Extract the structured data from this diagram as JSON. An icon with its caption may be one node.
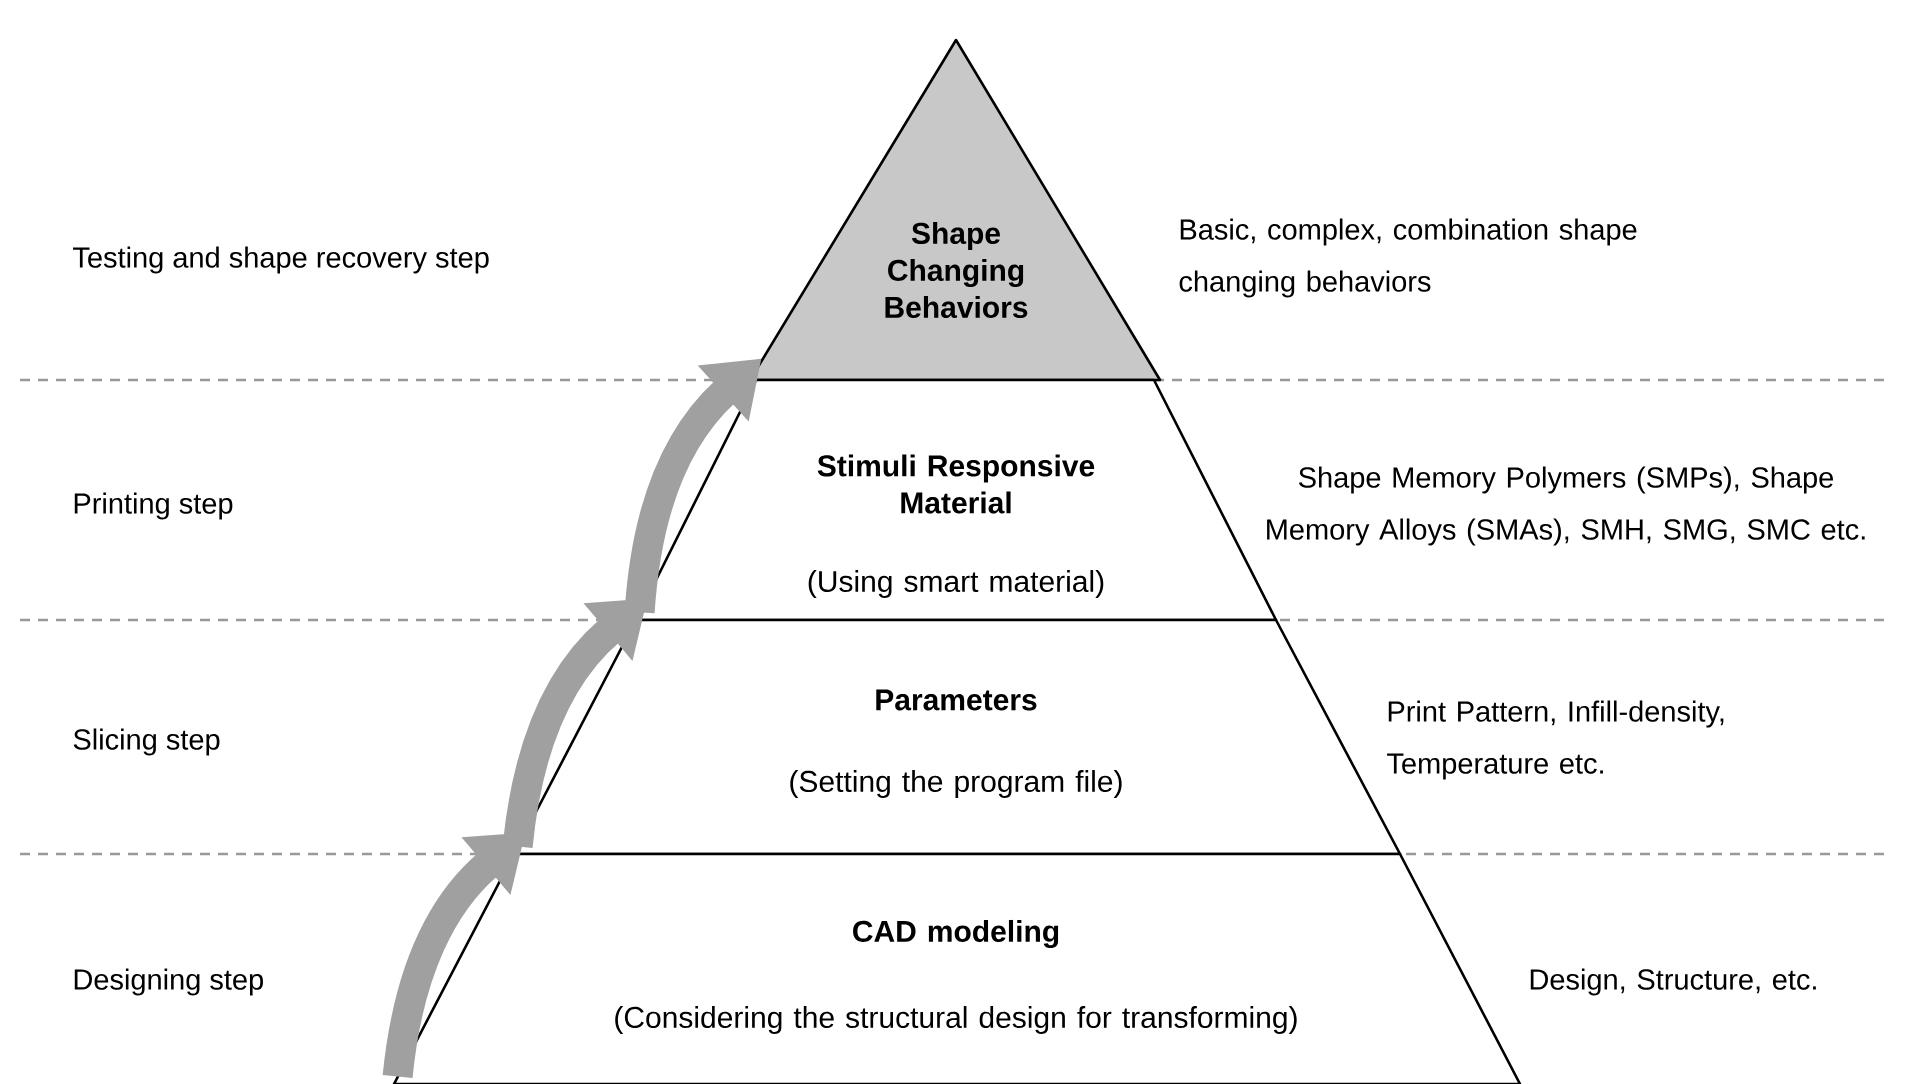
{
  "diagram": {
    "nodes": [
      {
        "text": [
          "Shape Changing Behaviors"
        ],
        "beside": [
          "Basic, complex, combination shape changing behaviors"
        ]
      },
      {
        "text": [
          "Stimuli Responsive Material",
          "(Using smart material)"
        ],
        "beside": [
          "Shape Memory Polymers (SMPs), Shape Memory Alloys (SMAs), SMH, SMG, SMC etc."
        ]
      },
      {
        "text": [
          "Parameters",
          "(Setting the program file)"
        ],
        "beside": [
          "Print Pattern, Infill-density, Temperature etc."
        ]
      },
      {
        "text": [
          "CAD modeling",
          "(Considering the structural design for transforming)"
        ],
        "beside": [
          "Design, Structure, etc."
        ]
      }
    ],
    "edges": [
      {
        "from": 3,
        "to": 2,
        "arrow": "to"
      },
      {
        "from": 2,
        "to": 1,
        "arrow": "to"
      },
      {
        "from": 1,
        "to": 0,
        "arrow": "to"
      }
    ],
    "labels": [
      "Testing and shape recovery step",
      "Printing step",
      "Slicing step",
      "Designing step"
    ]
  }
}
